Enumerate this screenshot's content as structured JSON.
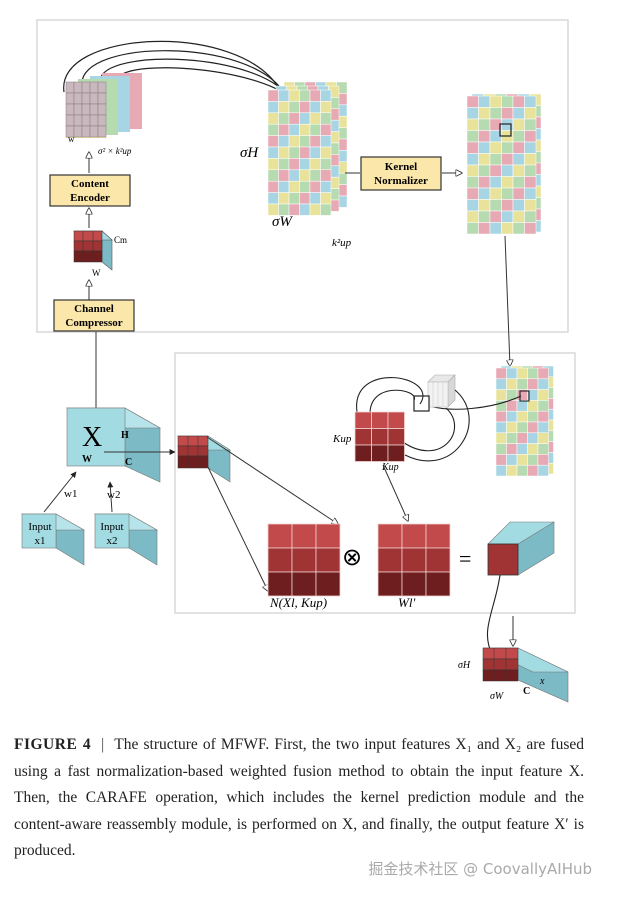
{
  "diagram": {
    "top_left_labels": {
      "w": "w",
      "sigma_kup": "σ² × k²up",
      "content_encoder_line1": "Content",
      "content_encoder_line2": "Encoder",
      "cm": "Cm",
      "w_small": "W",
      "channel_compressor_line1": "Channel",
      "channel_compressor_line2": "Compressor"
    },
    "kernel_labels": {
      "sigma_h": "σH",
      "sigma_w": "σW",
      "k_up_sq": "k²up",
      "kernel_normalizer_line1": "Kernel",
      "kernel_normalizer_line2": "Normalizer"
    },
    "input_labels": {
      "x": "X",
      "h": "H",
      "w": "W",
      "c": "C",
      "w1": "w1",
      "w2": "w2",
      "input_x1_line1": "Input",
      "input_x1_line2": "x1",
      "input_x2_line1": "Input",
      "input_x2_line2": "x2"
    },
    "reassembly_labels": {
      "k_up_left": "Kup",
      "k_up_bottom": "Kup",
      "n_label": "N(Xl, Kup)",
      "w_label": "Wl′",
      "otimes": "⊗",
      "equals": "="
    },
    "output_labels": {
      "sigma_h": "σH",
      "sigma_w": "σW",
      "c": "C",
      "x": "x"
    }
  },
  "caption": {
    "figure_label": "FIGURE 4",
    "separator": "|",
    "text": "The structure of MFWF. First, the two input features X₁ and X₂ are fused using a fast normalization-based weighted fusion method to obtain the input feature X. Then, the CARAFE operation, which includes the kernel prediction module and the content-aware reassembly module, is performed on X, and finally, the output feature X′ is produced."
  },
  "watermark": "掘金技术社区 @ CoovallyAIHub",
  "colors": {
    "box_fill": "#fbe7a9",
    "box_stroke": "#333333",
    "cube_front": "#a3dbe3",
    "cube_side": "#7cbac5",
    "red_dark": "#6e1e1e",
    "red_mid": "#a03434",
    "red_light": "#c24a4a",
    "grid_pink": "#e7a9b3",
    "grid_blue": "#a8d5e4",
    "grid_yellow": "#e9e29a",
    "grid_green": "#b6dbb0"
  }
}
